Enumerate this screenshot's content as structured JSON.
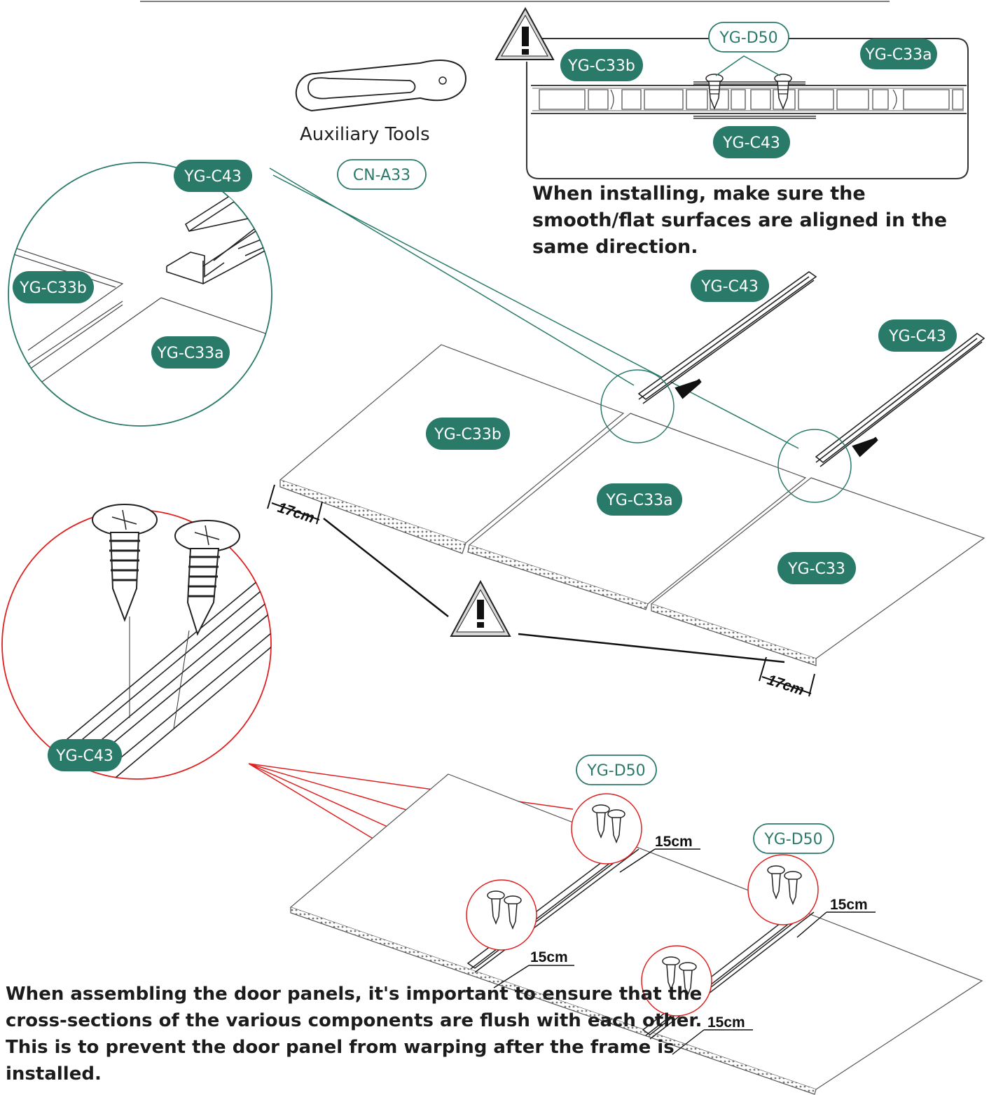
{
  "colors": {
    "teal": "#2a7a6a",
    "red": "#e02020",
    "line": "#555555"
  },
  "tool": {
    "label": "Auxiliary Tools",
    "code": "CN-A33"
  },
  "section_view": {
    "warning_icon": "warning-triangle-icon",
    "screw_label": "YG-D50",
    "left_panel": "YG-C33b",
    "right_panel": "YG-C33a",
    "connector": "YG-C43"
  },
  "notes": {
    "align": "When installing, make sure the smooth/flat surfaces are aligned in the same direction.",
    "assembly": "When assembling the door panels, it's important to ensure that the cross-sections of the various components are flush with each other. This is to prevent the door panel from warping after the frame is installed."
  },
  "detail_connector": {
    "connector": "YG-C43",
    "panel_b": "YG-C33b",
    "panel_a": "YG-C33a"
  },
  "panels": {
    "panel_1": "YG-C33b",
    "panel_2": "YG-C33a",
    "panel_3": "YG-C33",
    "connector_1": "YG-C43",
    "connector_2": "YG-C43",
    "edge_distance_1": "17cm",
    "edge_distance_2": "17cm"
  },
  "detail_screw": {
    "connector": "YG-C43"
  },
  "frame_view": {
    "screw_label_1": "YG-D50",
    "screw_label_2": "YG-D50",
    "distance_1": "15cm",
    "distance_2": "15cm",
    "distance_3": "15cm",
    "distance_4": "15cm"
  }
}
